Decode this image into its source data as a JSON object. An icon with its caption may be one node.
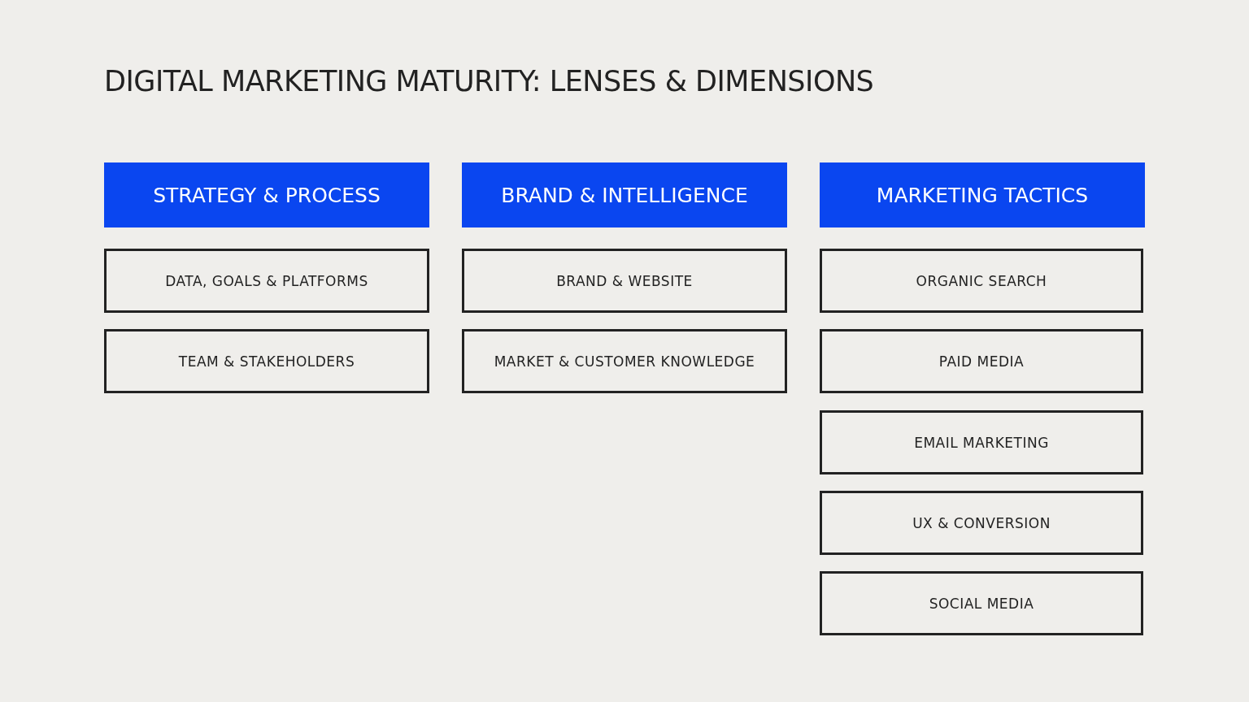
{
  "diagram": {
    "title": "DIGITAL MARKETING MATURITY: LENSES & DIMENSIONS",
    "nodes": [
      {
        "text": [
          "STRATEGY & PROCESS"
        ]
      },
      {
        "text": [
          "BRAND & INTELLIGENCE"
        ]
      },
      {
        "text": [
          "MARKETING TACTICS"
        ]
      },
      {
        "text": [
          "DATA, GOALS & PLATFORMS"
        ]
      },
      {
        "text": [
          "BRAND & WEBSITE"
        ]
      },
      {
        "text": [
          "ORGANIC SEARCH"
        ]
      },
      {
        "text": [
          "TEAM & STAKEHOLDERS"
        ]
      },
      {
        "text": [
          "MARKET & CUSTOMER KNOWLEDGE"
        ]
      },
      {
        "text": [
          "PAID MEDIA"
        ]
      },
      {
        "text": [
          "EMAIL MARKETING"
        ]
      },
      {
        "text": [
          "UX & CONVERSION"
        ]
      },
      {
        "text": [
          "SOCIAL MEDIA"
        ]
      }
    ]
  }
}
